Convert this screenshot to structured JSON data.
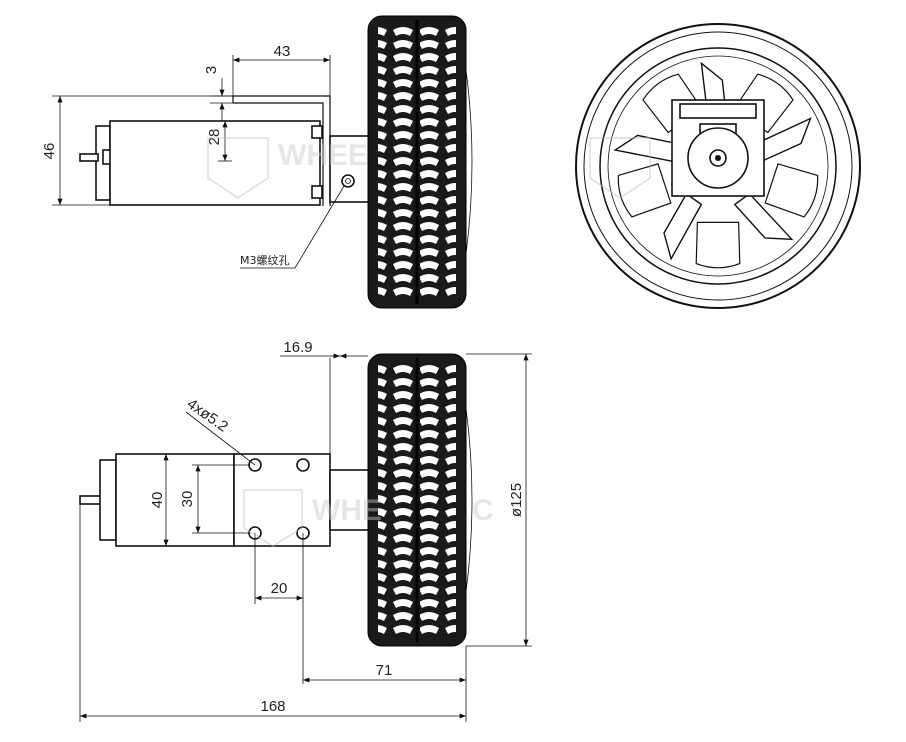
{
  "top_side_view": {
    "dims": {
      "bracket_length": "43",
      "plate_thickness": "3",
      "motor_dia": "28",
      "overall_height": "46"
    },
    "callout": "M3螺纹孔"
  },
  "bottom_side_view": {
    "dims": {
      "hub_offset": "16.9",
      "hole_note": "4xø5.2",
      "bracket_height": "40",
      "hole_spacing_v": "30",
      "hole_spacing_h": "20",
      "axle_to_wheel": "71",
      "overall_width": "168",
      "wheel_dia": "ø125"
    }
  },
  "watermark": {
    "text_top": "WHEE",
    "text_bottom": "WHE",
    "text_bottom_end": "C"
  }
}
